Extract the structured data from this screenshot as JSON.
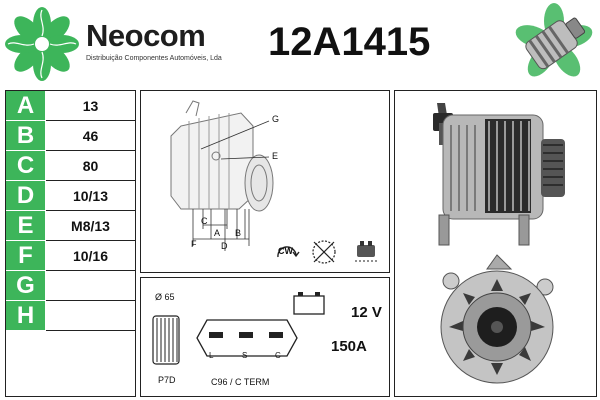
{
  "brand": {
    "name": "Neocom",
    "tagline": "Distribuição Componentes Automóveis, Lda",
    "color": "#3db55a"
  },
  "part_number": "12A1415",
  "specs": [
    {
      "letter": "A",
      "value": "13"
    },
    {
      "letter": "B",
      "value": "46"
    },
    {
      "letter": "C",
      "value": "80"
    },
    {
      "letter": "D",
      "value": "10/13"
    },
    {
      "letter": "E",
      "value": "M8/13"
    },
    {
      "letter": "F",
      "value": "10/16"
    },
    {
      "letter": "G",
      "value": ""
    },
    {
      "letter": "H",
      "value": ""
    }
  ],
  "diagram": {
    "labels": {
      "g": "G",
      "e": "E",
      "c": "C",
      "a": "A",
      "b": "B",
      "f": "F",
      "d": "D"
    },
    "rotation": "CW"
  },
  "electrical": {
    "pulley_diameter": "Ø 65",
    "pulley_type": "P7D",
    "voltage": "12 V",
    "current": "150A",
    "terminal": "C96 / C TERM",
    "terminals": [
      "L",
      "S",
      "C"
    ]
  }
}
